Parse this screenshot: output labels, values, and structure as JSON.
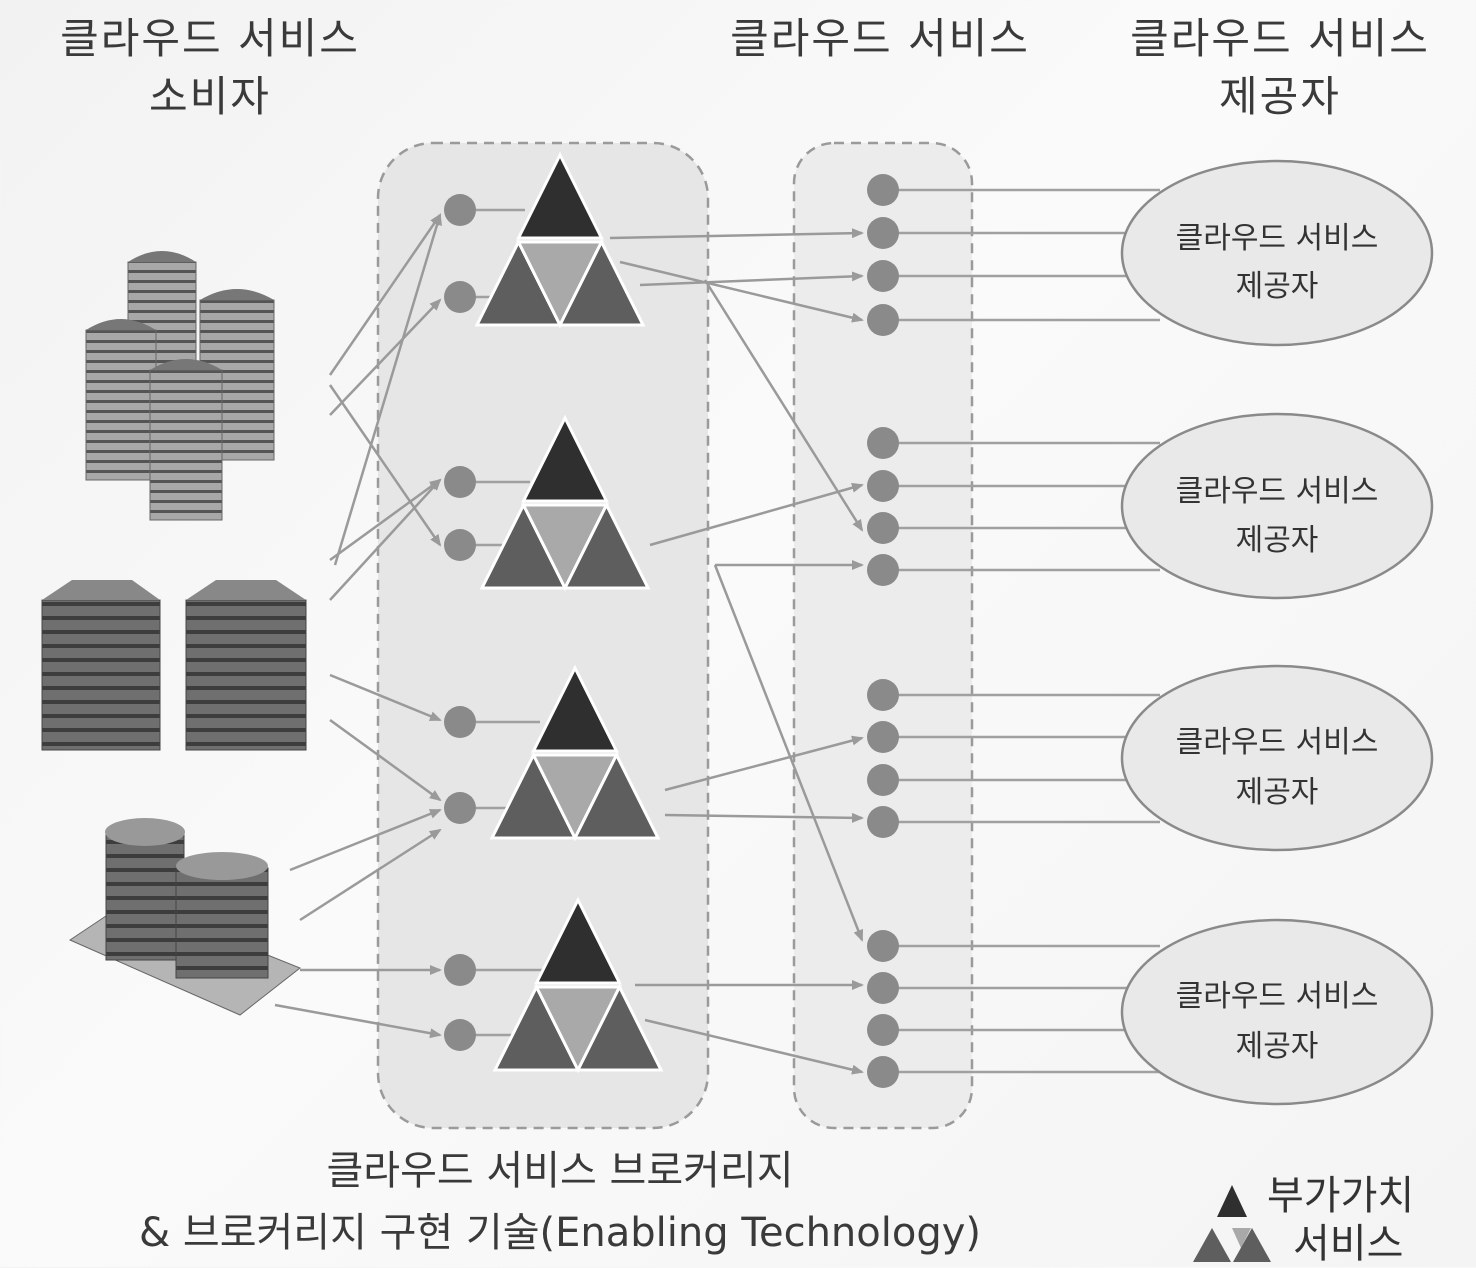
{
  "headers": {
    "consumer": [
      "클라우드 서비스",
      "소비자"
    ],
    "service": "클라우드 서비스",
    "provider": [
      "클라우드 서비스",
      "제공자"
    ]
  },
  "providers": [
    {
      "line1": "클라우드 서비스",
      "line2": "제공자"
    },
    {
      "line1": "클라우드 서비스",
      "line2": "제공자"
    },
    {
      "line1": "클라우드 서비스",
      "line2": "제공자"
    },
    {
      "line1": "클라우드 서비스",
      "line2": "제공자"
    }
  ],
  "footer": {
    "line1": "클라우드 서비스 브로커리지",
    "line2": "& 브로커리지 구현 기술(Enabling Technology)"
  },
  "legend": {
    "value_added": "부가가치",
    "service": "서비스"
  },
  "colors": {
    "triangle_dark": "#2f2f2f",
    "triangle_mid": "#5e5e5e",
    "triangle_light": "#a9a9a9",
    "node": "#8a8a8a",
    "arrow": "#9a9a9a",
    "panel": "#e6e6e6"
  },
  "icons": [
    "tower-buildings-icon",
    "office-buildings-icon",
    "datacenter-icon"
  ]
}
